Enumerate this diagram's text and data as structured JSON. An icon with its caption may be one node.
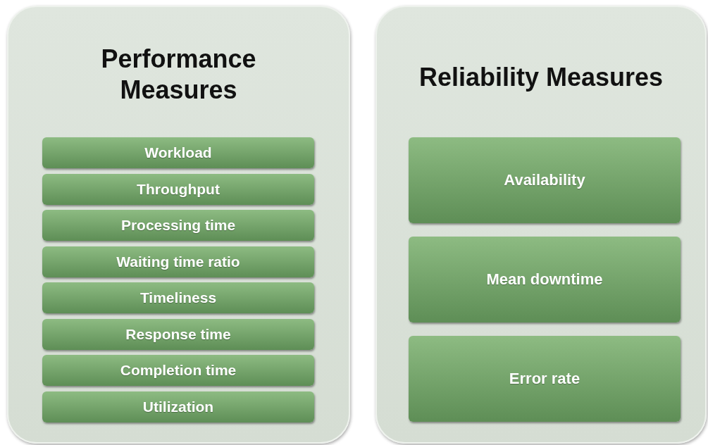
{
  "diagram": {
    "nodes": [
      {
        "text": [
          "Performance Measures"
        ]
      },
      {
        "text": [
          "Workload"
        ],
        "in": 0
      },
      {
        "text": [
          "Throughput"
        ],
        "in": 0
      },
      {
        "text": [
          "Processing time"
        ],
        "in": 0
      },
      {
        "text": [
          "Waiting time ratio"
        ],
        "in": 0
      },
      {
        "text": [
          "Timeliness"
        ],
        "in": 0
      },
      {
        "text": [
          "Response time"
        ],
        "in": 0
      },
      {
        "text": [
          "Completion time"
        ],
        "in": 0
      },
      {
        "text": [
          "Utilization"
        ],
        "in": 0
      },
      {
        "text": [
          "Reliability Measures"
        ]
      },
      {
        "text": [
          "Availability"
        ],
        "in": 9
      },
      {
        "text": [
          "Mean downtime"
        ],
        "in": 9
      },
      {
        "text": [
          "Error rate"
        ],
        "in": 9
      }
    ]
  }
}
